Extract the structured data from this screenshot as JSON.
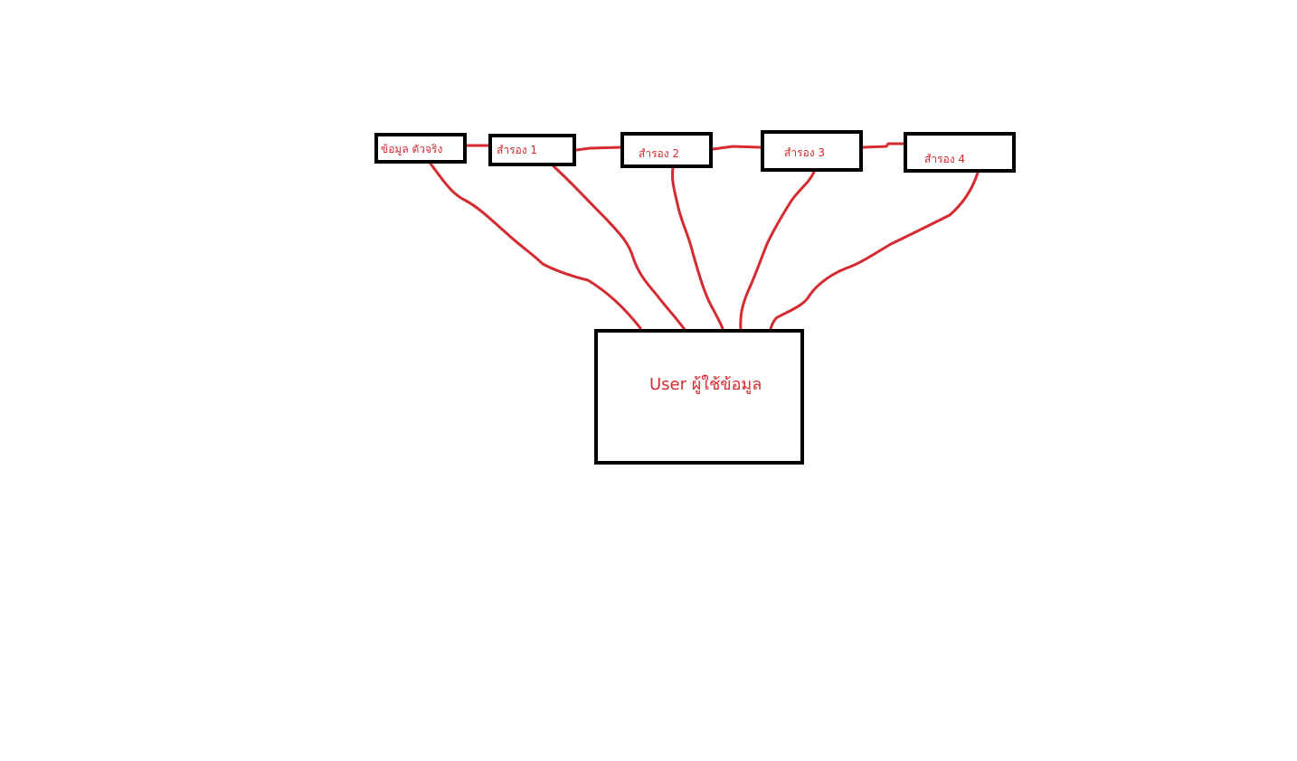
{
  "diagram": {
    "line_color": "#d42a30",
    "box_color": "#000000",
    "text_color": "#d42a30",
    "nodes": [
      {
        "id": "source",
        "label": "ข้อมูล ตัวจริง"
      },
      {
        "id": "backup-1",
        "label": "สำรอง 1"
      },
      {
        "id": "backup-2",
        "label": "สำรอง 2"
      },
      {
        "id": "backup-3",
        "label": "สำรอง 3"
      },
      {
        "id": "backup-4",
        "label": "สำรอง 4"
      },
      {
        "id": "user",
        "label": "User ผู้ใช้ข้อมูล"
      }
    ],
    "edges": [
      {
        "from": "source",
        "to": "backup-1"
      },
      {
        "from": "backup-1",
        "to": "backup-2"
      },
      {
        "from": "backup-2",
        "to": "backup-3"
      },
      {
        "from": "backup-3",
        "to": "backup-4"
      },
      {
        "from": "source",
        "to": "user"
      },
      {
        "from": "backup-1",
        "to": "user"
      },
      {
        "from": "backup-2",
        "to": "user"
      },
      {
        "from": "backup-3",
        "to": "user"
      },
      {
        "from": "backup-4",
        "to": "user"
      }
    ]
  }
}
